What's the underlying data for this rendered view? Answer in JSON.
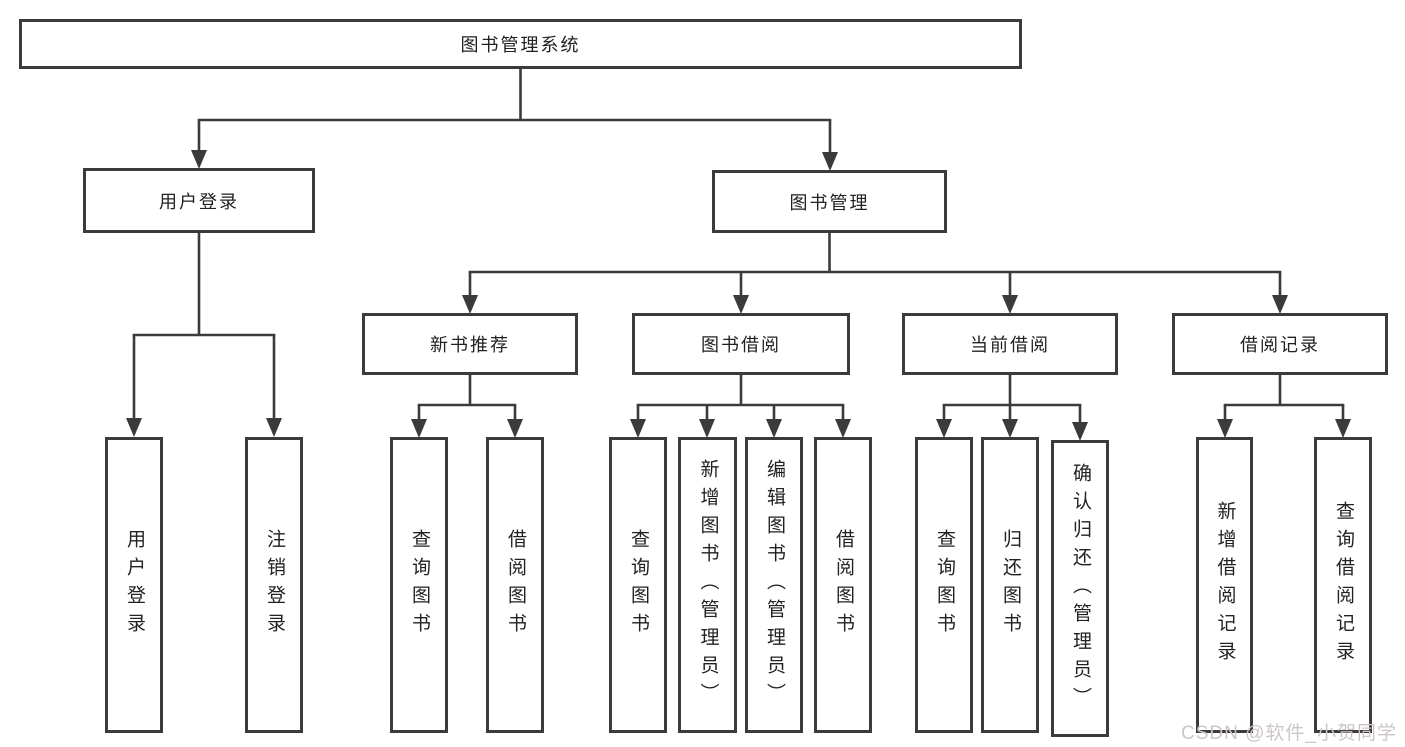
{
  "nodes": {
    "root": "图书管理系统",
    "user_login_module": "用户登录",
    "book_management_module": "图书管理",
    "user_login": "用户登录",
    "logout_login": "注销登录",
    "new_book_recommend": "新书推荐",
    "book_borrow": "图书借阅",
    "current_borrow": "当前借阅",
    "borrow_record": "借阅记录",
    "nbr_query_book": "查询图书",
    "nbr_borrow_book": "借阅图书",
    "bb_query_book": "查询图书",
    "bb_add_book_admin": "新增图书（管理员）",
    "bb_edit_book_admin": "编辑图书（管理员）",
    "bb_borrow_book": "借阅图书",
    "cb_query_book": "查询图书",
    "cb_return_book": "归还图书",
    "cb_confirm_return_admin": "确认归还（管理员）",
    "br_add_record": "新增借阅记录",
    "br_query_record": "查询借阅记录"
  },
  "watermark": {
    "text": "CSDN @软件_小贺同学"
  },
  "colors": {
    "background": "#ffffff",
    "line": "#3b3b3b",
    "box_border": "#3b3b3b",
    "text": "#222222",
    "watermark": "#cdc5c6"
  }
}
